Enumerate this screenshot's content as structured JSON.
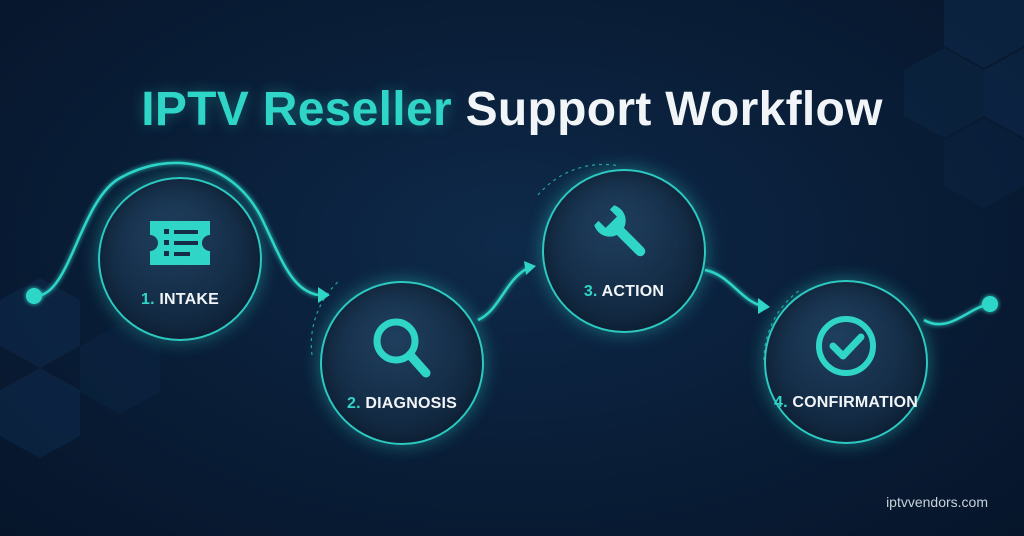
{
  "title": {
    "accent": "IPTV Reseller",
    "rest": "Support Workflow"
  },
  "steps": [
    {
      "number": "1.",
      "label": "INTAKE",
      "icon": "ticket-icon"
    },
    {
      "number": "2.",
      "label": "DIAGNOSIS",
      "icon": "magnifier-icon"
    },
    {
      "number": "3.",
      "label": "ACTION",
      "icon": "wrench-icon"
    },
    {
      "number": "4.",
      "label": "CONFIRMATION",
      "icon": "checkmark-circle-icon"
    }
  ],
  "footer": "iptvvendors.com",
  "colors": {
    "accent": "#2fd6c8",
    "background": "#0a1f3a",
    "text": "#f2f5f8"
  }
}
